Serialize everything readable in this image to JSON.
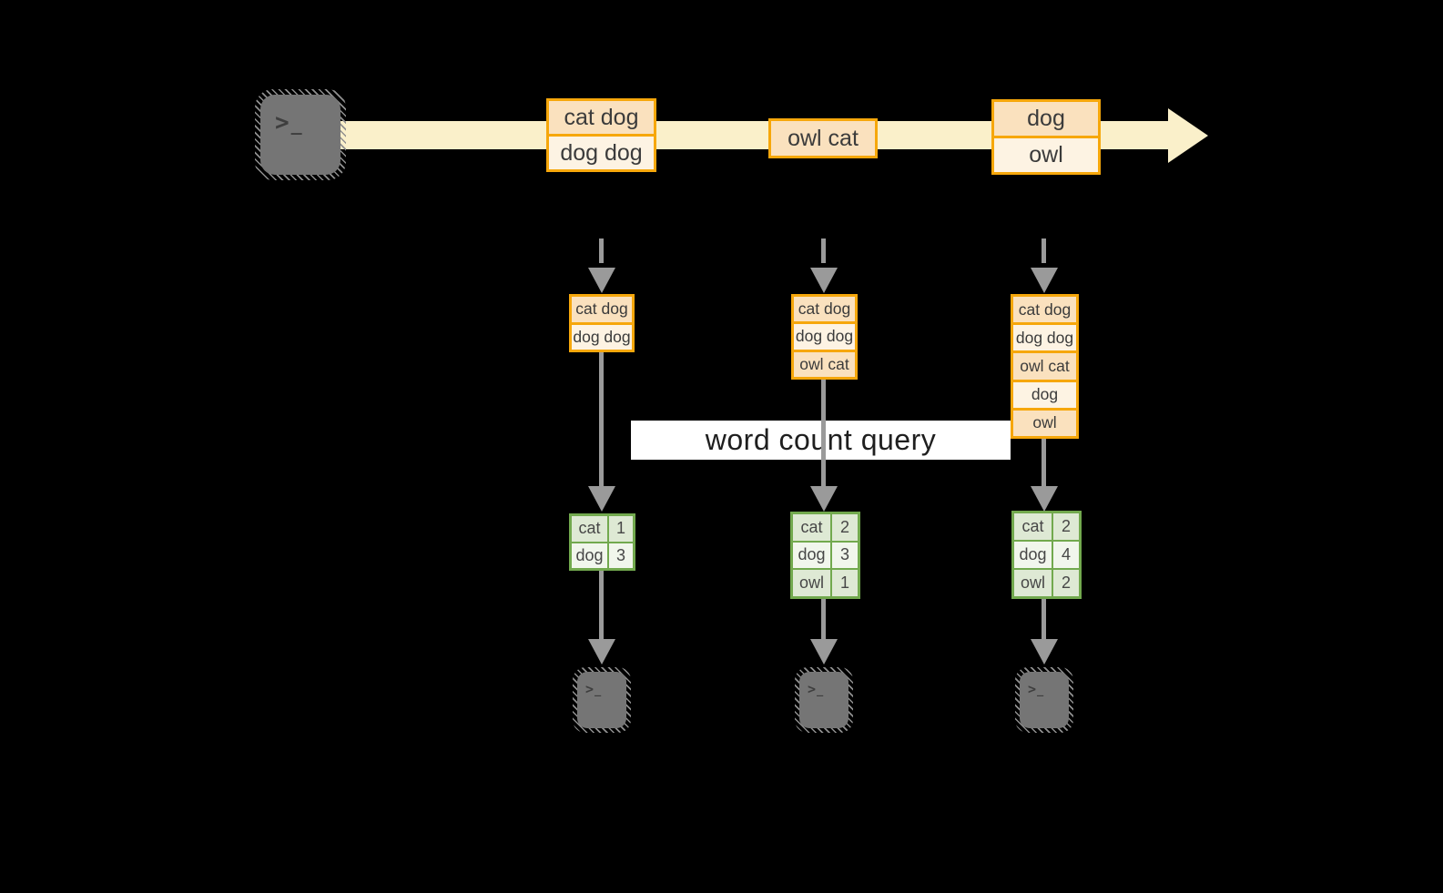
{
  "banner": {
    "label": "word count query"
  },
  "icons": {
    "terminal_prompt_chevron": ">",
    "terminal_prompt_underscore": "_"
  },
  "stream": {
    "events": [
      {
        "cells": [
          "cat dog",
          "dog dog"
        ]
      },
      {
        "cells": [
          "owl cat"
        ]
      },
      {
        "cells": [
          "dog",
          "owl"
        ]
      }
    ]
  },
  "windows": [
    {
      "cells": [
        "cat dog",
        "dog dog"
      ]
    },
    {
      "cells": [
        "cat dog",
        "dog dog",
        "owl cat"
      ]
    },
    {
      "cells": [
        "cat dog",
        "dog dog",
        "owl cat",
        "dog",
        "owl"
      ]
    }
  ],
  "counts": [
    {
      "rows": [
        [
          "cat",
          "1"
        ],
        [
          "dog",
          "3"
        ]
      ]
    },
    {
      "rows": [
        [
          "cat",
          "2"
        ],
        [
          "dog",
          "3"
        ],
        [
          "owl",
          "1"
        ]
      ]
    },
    {
      "rows": [
        [
          "cat",
          "2"
        ],
        [
          "dog",
          "4"
        ],
        [
          "owl",
          "2"
        ]
      ]
    }
  ],
  "colors": {
    "background": "#000000",
    "stream_band": "#FAF0CA",
    "orange_border": "#F6A70B",
    "orange_fill_dark": "#FAE1BE",
    "orange_fill_light": "#FDF3E3",
    "green_border": "#72A94E",
    "green_fill_dark": "#DEE9D4",
    "green_fill_light": "#F1F6EC",
    "arrow_gray": "#9A9A9A",
    "terminal_gray": "#757575",
    "banner_background": "#FFFFFF"
  }
}
